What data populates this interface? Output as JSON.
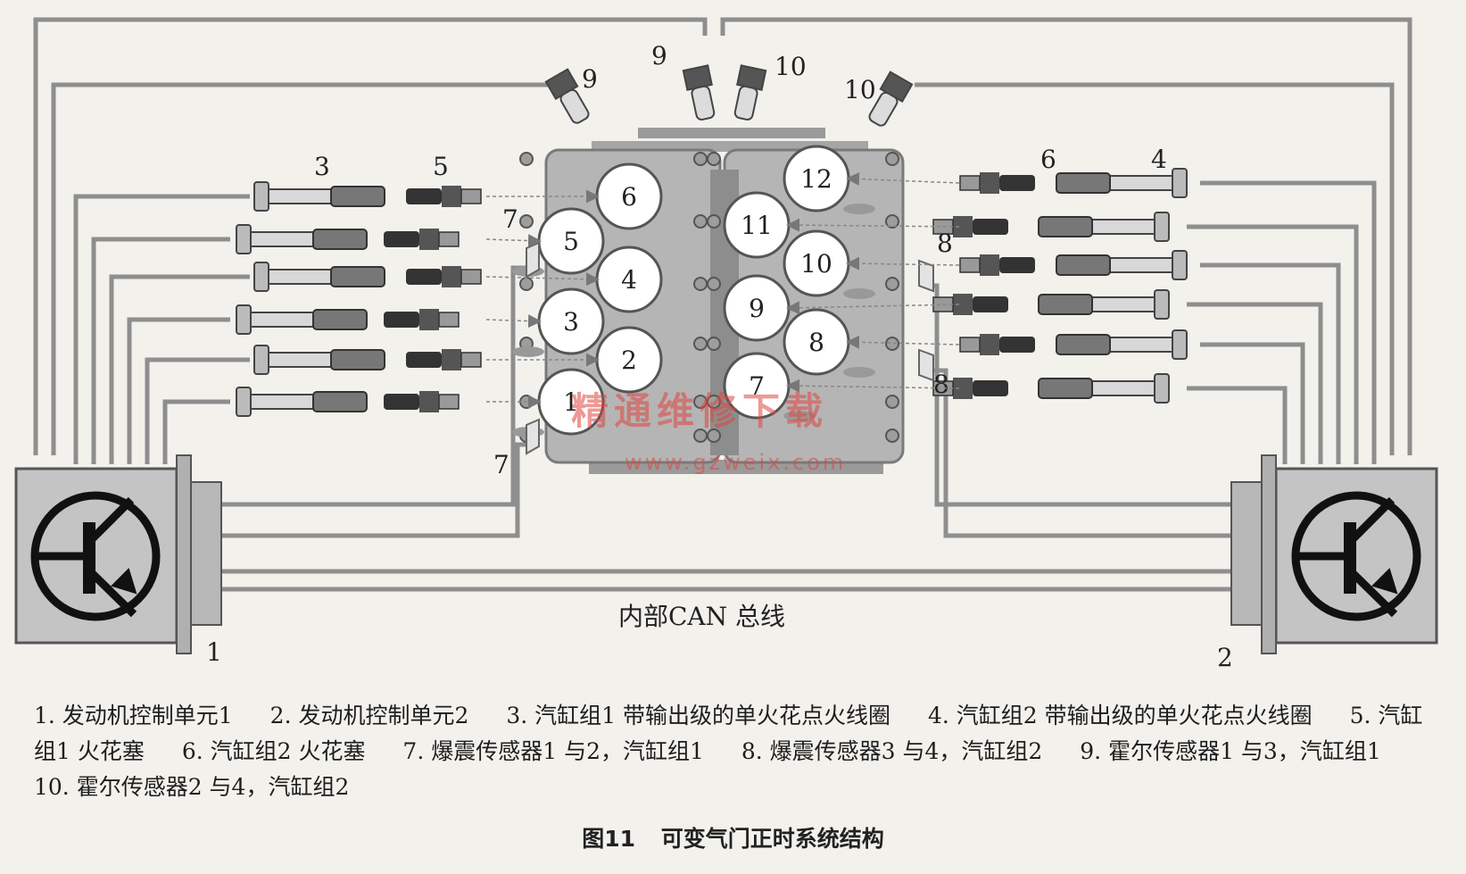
{
  "labels": {
    "left_coil": "3",
    "left_plug": "5",
    "right_plug": "6",
    "right_coil": "4",
    "knock_left_top": "7",
    "knock_left_bottom": "7",
    "knock_right_top": "8",
    "knock_right_bottom": "8",
    "hall_1": "9",
    "hall_2": "9",
    "hall_3": "10",
    "hall_4": "10",
    "ecu_left": "1",
    "ecu_right": "2",
    "can_bus": "内部CAN 总线",
    "watermark": "精通维修下载",
    "watermark_url": "www.gzweix.com"
  },
  "left_bank_cylinders": [
    "6",
    "5",
    "4",
    "3",
    "2",
    "1"
  ],
  "right_bank_cylinders": [
    "12",
    "11",
    "10",
    "9",
    "8",
    "7"
  ],
  "legend": [
    "1. 发动机控制单元1",
    "2. 发动机控制单元2",
    "3. 汽缸组1 带输出级的单火花点火线圈",
    "4. 汽缸组2 带输出级的单火花点火线圈",
    "5. 汽缸组1 火花塞",
    "6. 汽缸组2 火花塞",
    "7. 爆震传感器1 与2，汽缸组1",
    "8. 爆震传感器3 与4，汽缸组2",
    "9. 霍尔传感器1 与3，汽缸组1",
    "10. 霍尔传感器2 与4，汽缸组2"
  ],
  "figure": {
    "number": "图11",
    "title": "可变气门正时系统结构"
  },
  "colors": {
    "wire": "#8e8e8e",
    "block": "#b3b3b3",
    "ecu": "#c4c4c4",
    "watermark": "#e0463f"
  }
}
